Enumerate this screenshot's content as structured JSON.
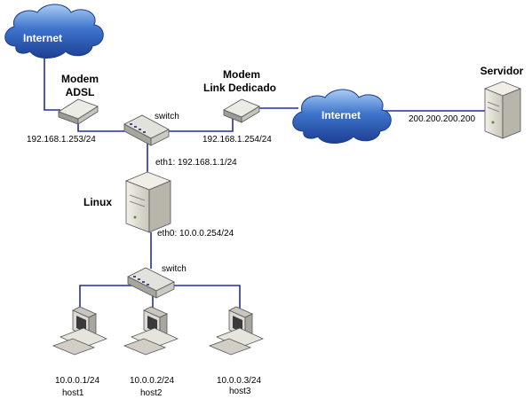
{
  "colors": {
    "link": "#1f2fa8",
    "cloud": "#2a58b8",
    "cloud_light": "#9cc2ee",
    "device": "#d8d8d2"
  },
  "clouds": [
    {
      "id": "internet-1",
      "label": "Internet"
    },
    {
      "id": "internet-2",
      "label": "Internet"
    }
  ],
  "devices": {
    "modem_adsl": {
      "title1": "Modem",
      "title2": "ADSL",
      "ip": "192.168.1.253/24"
    },
    "modem_link": {
      "title1": "Modem",
      "title2": "Link Dedicado",
      "ip": "192.168.1.254/24"
    },
    "switch_top": {
      "label": "switch"
    },
    "servidor": {
      "title": "Servidor",
      "ip": "200.200.200.200"
    },
    "linux": {
      "title": "Linux",
      "eth1": "eth1: 192.168.1.1/24",
      "eth0": "eth0: 10.0.0.254/24"
    },
    "switch_bottom": {
      "label": "switch"
    }
  },
  "hosts": [
    {
      "name": "host1",
      "ip": "10.0.0.1/24"
    },
    {
      "name": "host2",
      "ip": "10.0.0.2/24"
    },
    {
      "name": "host3",
      "ip": "10.0.0.3/24"
    }
  ]
}
